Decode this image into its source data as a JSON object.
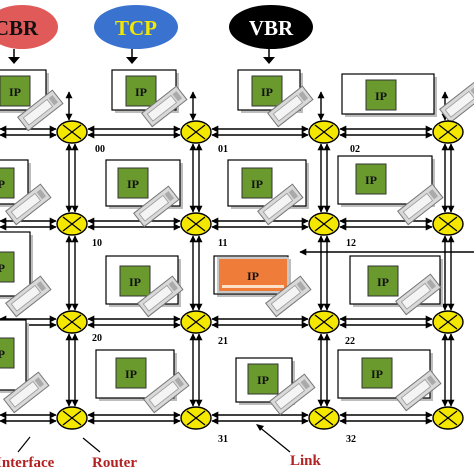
{
  "traffic": {
    "cbr": "CBR",
    "tcp": "TCP",
    "vbr": "VBR"
  },
  "ip_label": "IP",
  "node_labels": [
    "00",
    "01",
    "02",
    "10",
    "11",
    "12",
    "20",
    "21",
    "22",
    "31",
    "32"
  ],
  "legend": {
    "interface": "Interface",
    "router": "Router",
    "link": "Link"
  },
  "colors": {
    "ip_green": "#6a9a2e",
    "ip_orange": "#f07c3a",
    "router_fill": "#f5e800",
    "cbr_fill": "#e05a5a",
    "tcp_fill": "#3a72d0",
    "vbr_fill": "#000000",
    "legend_text": "#b22222"
  }
}
